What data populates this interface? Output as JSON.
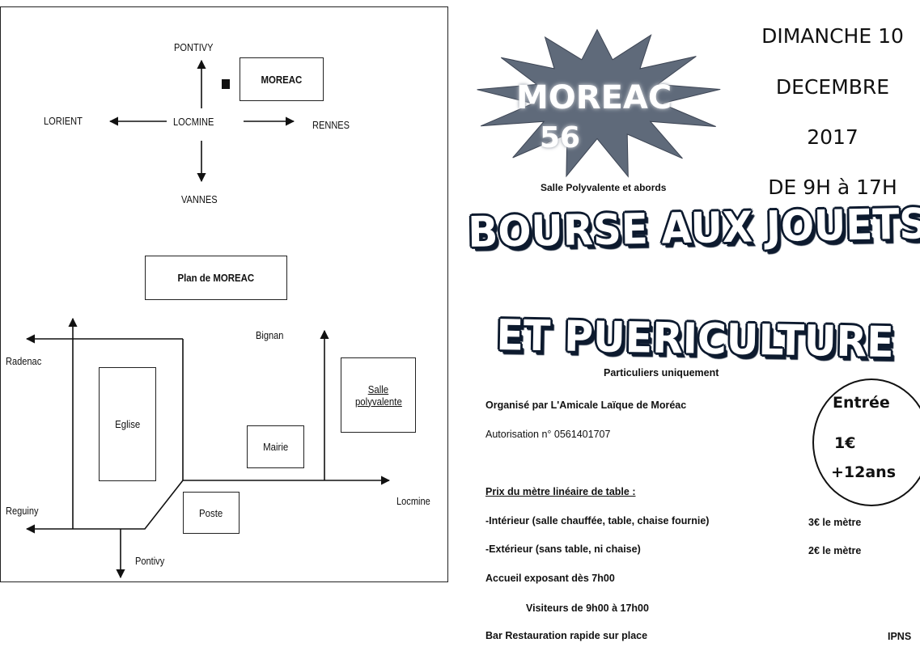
{
  "map": {
    "directions": {
      "north": "PONTIVY",
      "west": "LORIENT",
      "center": "LOCMINE",
      "east": "RENNES",
      "south": "VANNES",
      "marker_label": "MOREAC"
    },
    "plan_title": "Plan de MOREAC",
    "town": {
      "radenac": "Radenac",
      "reguiny": "Reguiny",
      "bignan": "Bignan",
      "locmine": "Locmine",
      "pontivy": "Pontivy",
      "eglise": "Eglise",
      "mairie": "Mairie",
      "poste": "Poste",
      "salle_line1": "Salle",
      "salle_line2": "polyvalente"
    }
  },
  "badge": {
    "town": "MOREAC",
    "dept": "56",
    "venue": "Salle Polyvalente et abords",
    "colors": {
      "star_fill": "#5f6a7a",
      "star_edge": "#3d4554"
    }
  },
  "date": {
    "day": "DIMANCHE 10",
    "month": "DECEMBRE",
    "year": "2017",
    "hours": "DE 9H à 17H"
  },
  "title": {
    "line1": "BOURSE AUX JOUETS",
    "line2": "ET PUERICULTURE",
    "subtitle": "Particuliers uniquement",
    "outline_color": "#0d1a2e"
  },
  "info": {
    "organizer": "Organisé par L'Amicale Laïque de Moréac",
    "authorisation": "Autorisation n° 0561401707",
    "price_header": "Prix du mètre linéaire de table :",
    "interior": "-Intérieur (salle chauffée, table, chaise fournie)",
    "interior_price": "3€ le mètre",
    "exterior": "-Extérieur (sans table, ni chaise)",
    "exterior_price": "2€ le mètre",
    "exhibitor": "Accueil exposant dès 7h00",
    "visitors": "Visiteurs de 9h00 à 17h00",
    "bar": "Bar Restauration rapide sur place",
    "ipns": "IPNS"
  },
  "entree": {
    "label": "Entrée",
    "price": "1€",
    "age": "+12ans"
  }
}
